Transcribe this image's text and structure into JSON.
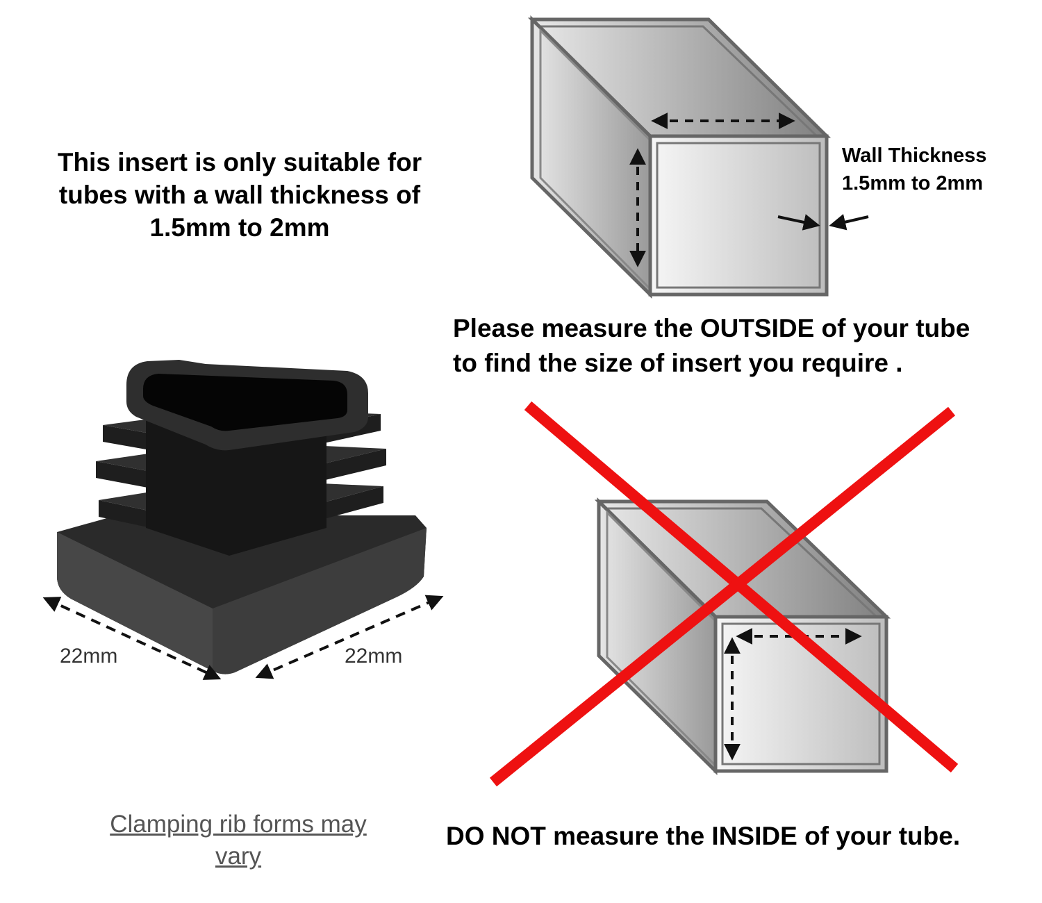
{
  "intro": {
    "lines": [
      "This insert is only suitable for",
      "tubes with a wall thickness of",
      "1.5mm to 2mm"
    ]
  },
  "wall_note": {
    "lines": [
      "Wall Thickness",
      "1.5mm to 2mm"
    ]
  },
  "measure_outside": {
    "lines": [
      "Please measure the OUTSIDE of your tube",
      "to find the size of insert you require ."
    ]
  },
  "measure_inside": "DO NOT measure the INSIDE of your tube.",
  "dimensions": {
    "left": "22mm",
    "right": "22mm"
  },
  "clamping_note": {
    "lines": [
      "Clamping rib forms may",
      "vary"
    ]
  },
  "colors": {
    "cross": "#ee1111",
    "tube_face": "#c9c9c9",
    "tube_outline": "#666666",
    "insert": "#1c1c1c"
  }
}
